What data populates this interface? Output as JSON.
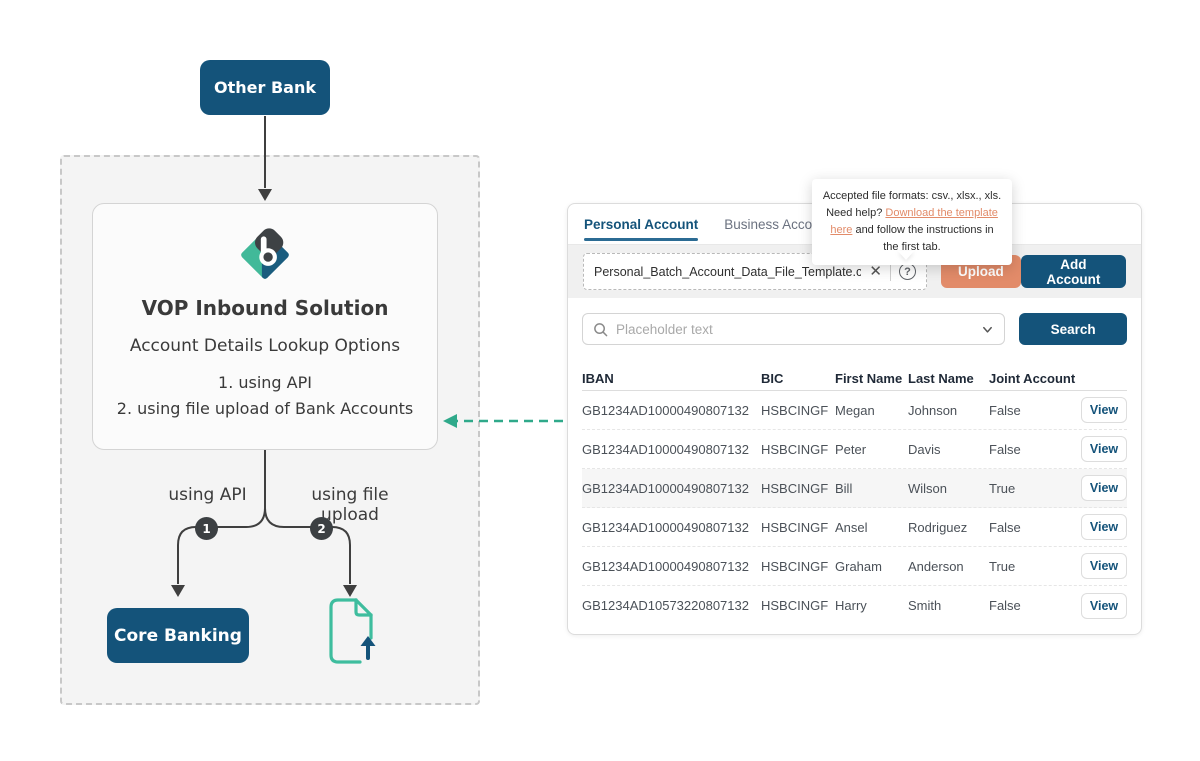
{
  "colors": {
    "brand_navy": "#14537A",
    "brand_teal": "#2fa98a",
    "accent_salmon": "#e28b69",
    "charcoal": "#3c4043"
  },
  "diagram": {
    "other_bank_label": "Other Bank",
    "solution": {
      "title": "VOP Inbound Solution",
      "subtitle": "Account Details Lookup Options",
      "options": [
        "1. using API",
        "2. using file upload of Bank Accounts"
      ]
    },
    "branches": [
      {
        "step": "1",
        "label": "using API"
      },
      {
        "step": "2",
        "label": "using file upload"
      }
    ],
    "core_banking_label": "Core Banking"
  },
  "panel": {
    "tabs": [
      {
        "label": "Personal Account"
      },
      {
        "label": "Business Account"
      }
    ],
    "tooltip": {
      "text_before": "Accepted file formats: csv., xlsx., xls. Need help? ",
      "link": "Download the template here",
      "text_after": " and follow the instructions in the first tab."
    },
    "upload": {
      "filename": "Personal_Batch_Account_Data_File_Template.csv",
      "close_icon": "✕",
      "help_icon": "?",
      "upload_label": "Upload",
      "add_account_label": "Add Account"
    },
    "search": {
      "placeholder": "Placeholder text",
      "button_label": "Search"
    },
    "table": {
      "headers": [
        "IBAN",
        "BIC",
        "First Name",
        "Last Name",
        "Joint Account"
      ],
      "view_label": "View",
      "rows": [
        {
          "iban": "GB1234AD10000490807132",
          "bic": "HSBCINGF",
          "first_name": "Megan",
          "last_name": "Johnson",
          "joint_account": "False"
        },
        {
          "iban": "GB1234AD10000490807132",
          "bic": "HSBCINGF",
          "first_name": "Peter",
          "last_name": "Davis",
          "joint_account": "False"
        },
        {
          "iban": "GB1234AD10000490807132",
          "bic": "HSBCINGF",
          "first_name": "Bill",
          "last_name": "Wilson",
          "joint_account": "True"
        },
        {
          "iban": "GB1234AD10000490807132",
          "bic": "HSBCINGF",
          "first_name": "Ansel",
          "last_name": "Rodriguez",
          "joint_account": "False"
        },
        {
          "iban": "GB1234AD10000490807132",
          "bic": "HSBCINGF",
          "first_name": "Graham",
          "last_name": "Anderson",
          "joint_account": "True"
        },
        {
          "iban": "GB1234AD10573220807132",
          "bic": "HSBCINGF",
          "first_name": "Harry",
          "last_name": "Smith",
          "joint_account": "False"
        }
      ]
    }
  }
}
